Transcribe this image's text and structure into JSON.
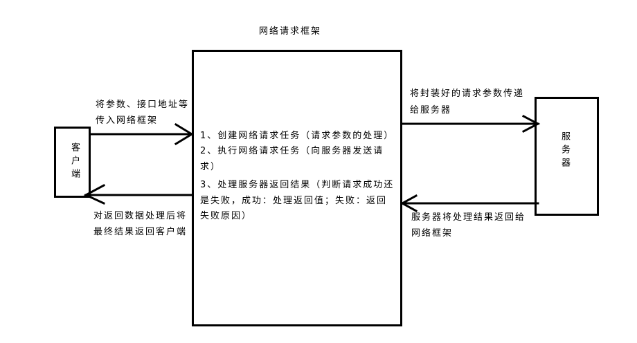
{
  "diagram": {
    "title": "网络请求框架",
    "client": {
      "label": "客户端"
    },
    "framework": {
      "steps": [
        "1、创建网络请求任务（请求参数的处理）",
        "2、执行网络请求任务（向服务器发送请",
        "求）",
        "3、处理服务器返回结果（判断请求成功还",
        "是失败，成功：处理返回值；失败：返回",
        "失败原因）"
      ]
    },
    "server": {
      "label": "服务器"
    },
    "edges": {
      "client_to_framework": [
        "将参数、接口地址等",
        "传入网络框架"
      ],
      "framework_to_client": [
        "对返回数据处理后将",
        "最终结果返回客户端"
      ],
      "framework_to_server": [
        "将封装好的请求参数传递",
        "给服务器"
      ],
      "server_to_framework": [
        "服务器将处理结果返回给",
        "网络框架"
      ]
    }
  }
}
